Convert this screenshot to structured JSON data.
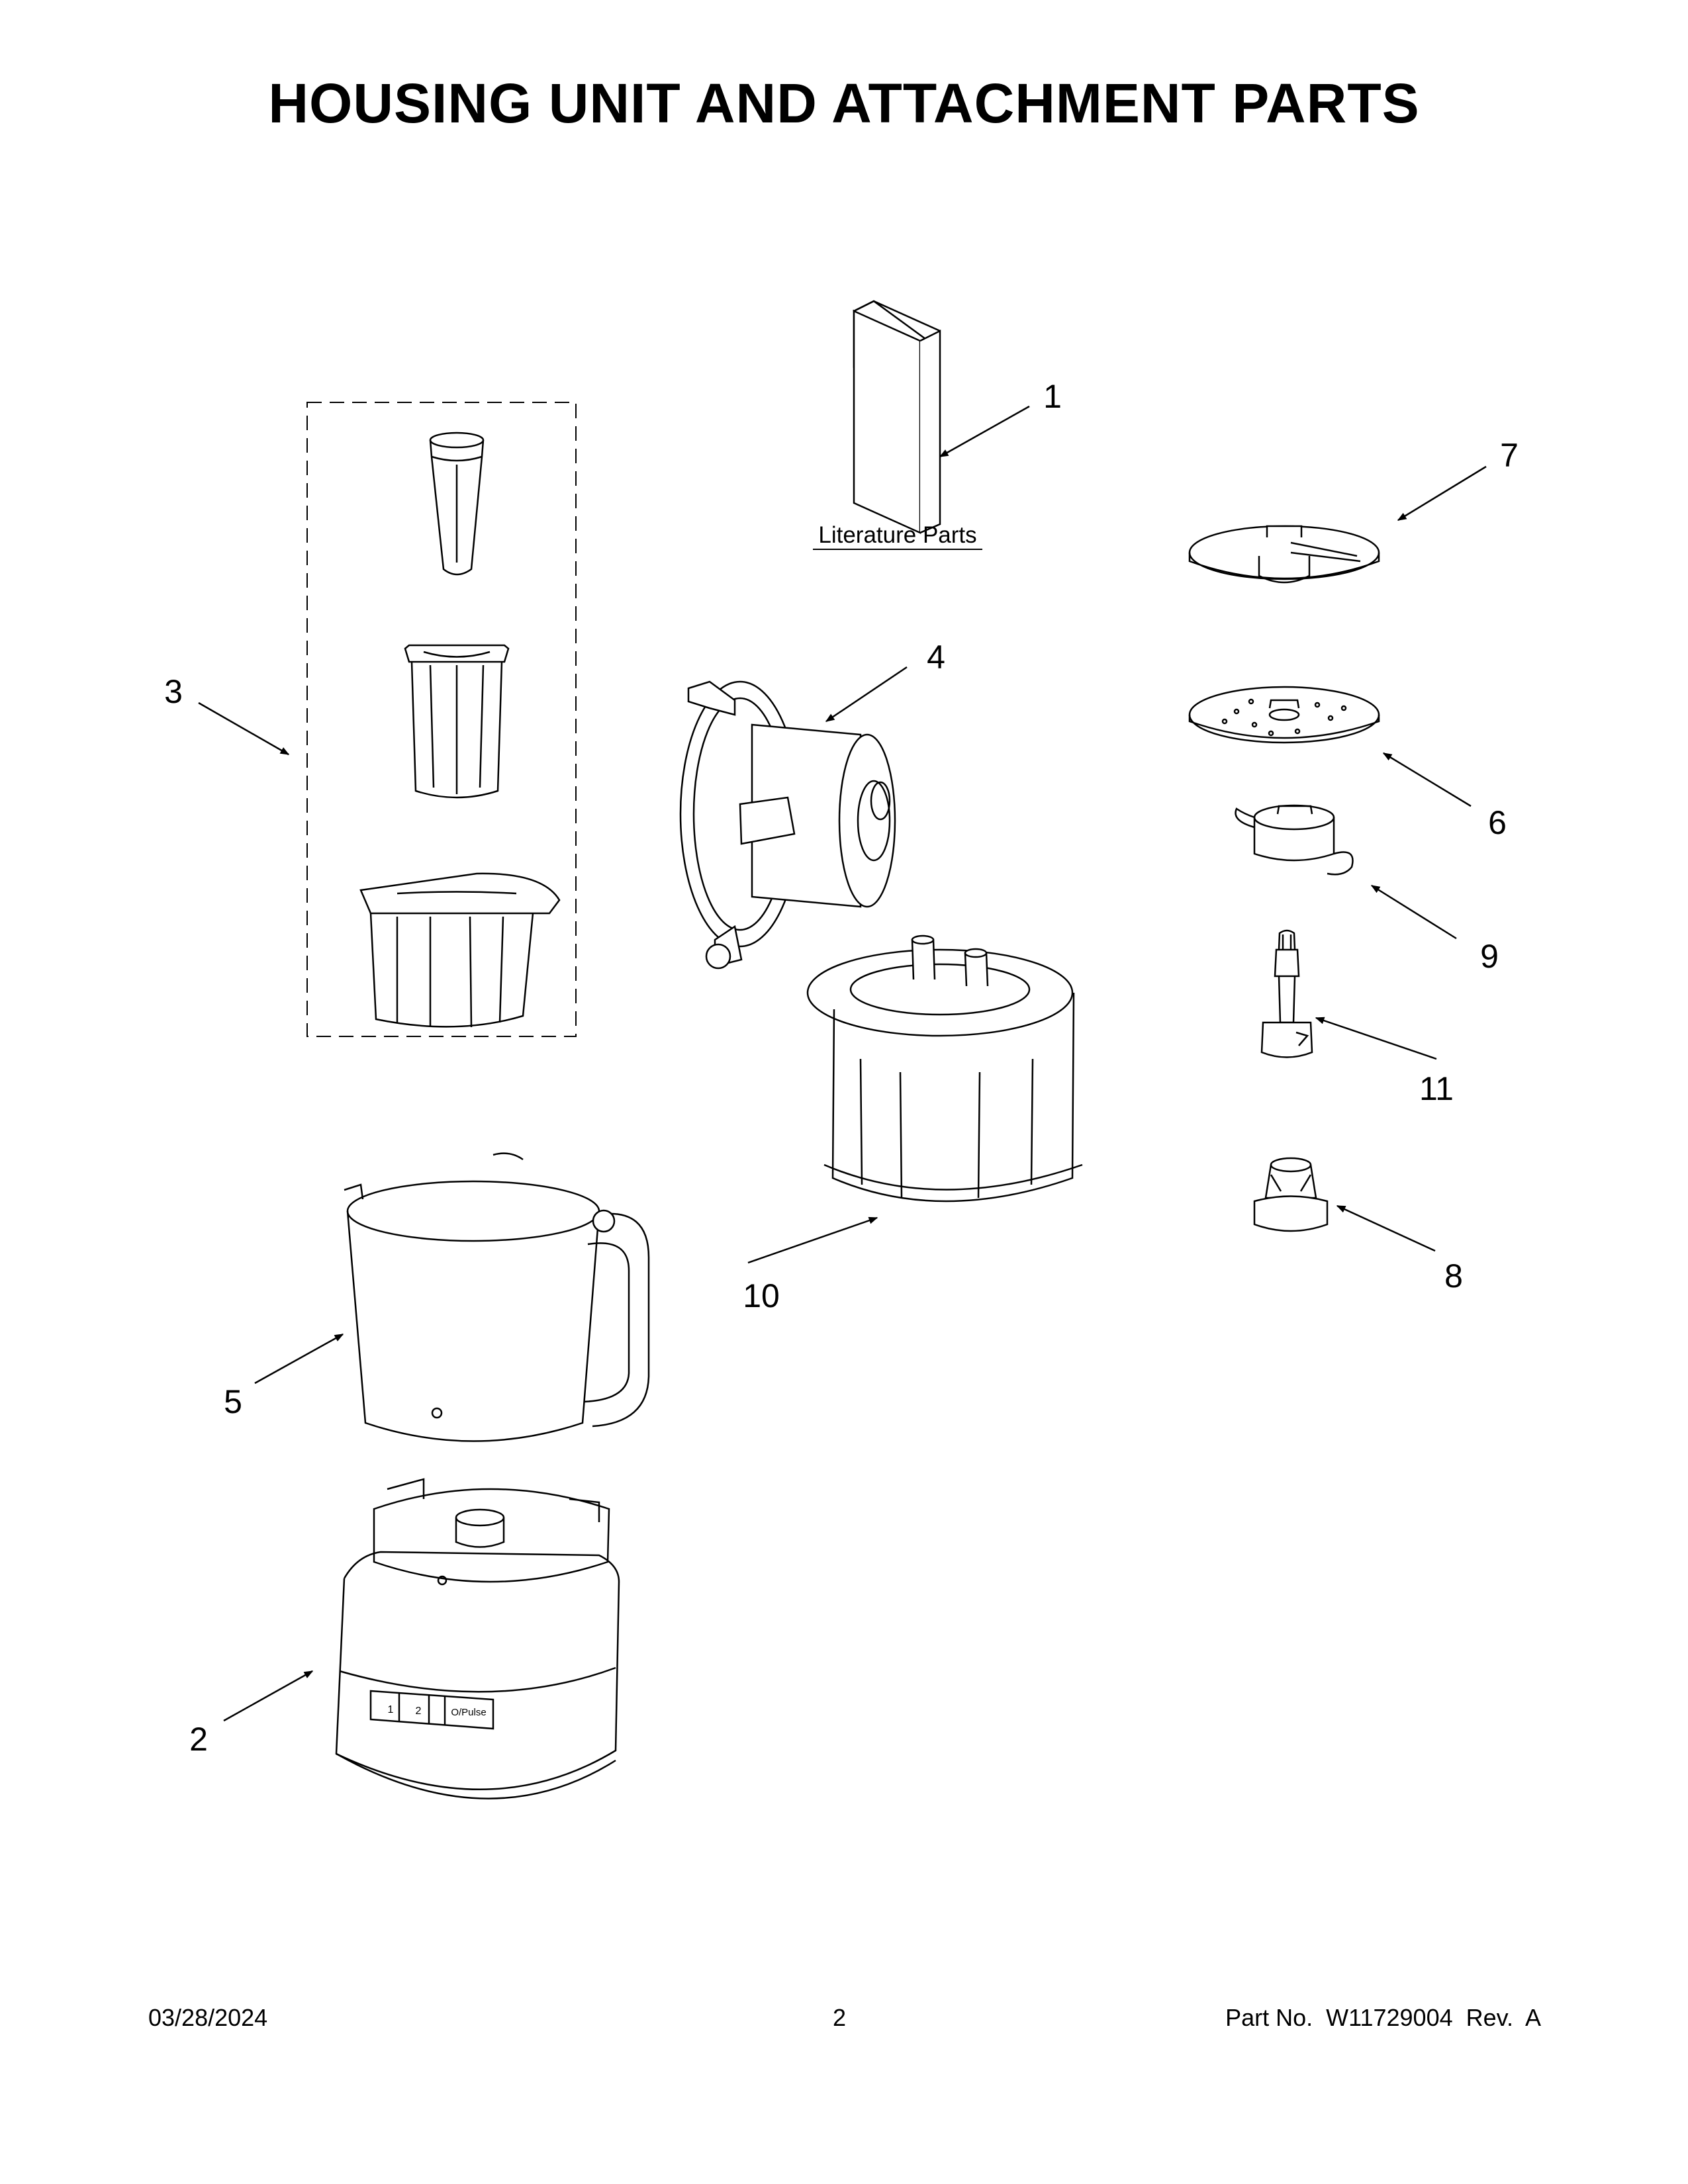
{
  "title": "HOUSING UNIT AND ATTACHMENT PARTS",
  "literature_label": "Literature Parts",
  "callouts": {
    "c1": "1",
    "c2": "2",
    "c3": "3",
    "c4": "4",
    "c5": "5",
    "c6": "6",
    "c7": "7",
    "c8": "8",
    "c9": "9",
    "c10": "10",
    "c11": "11"
  },
  "base_buttons": {
    "b1": "1",
    "b2": "2",
    "b3": "O/Pulse"
  },
  "footer": {
    "date": "03/28/2024",
    "page": "2",
    "part": "Part No.  W11729004  Rev.  A"
  }
}
